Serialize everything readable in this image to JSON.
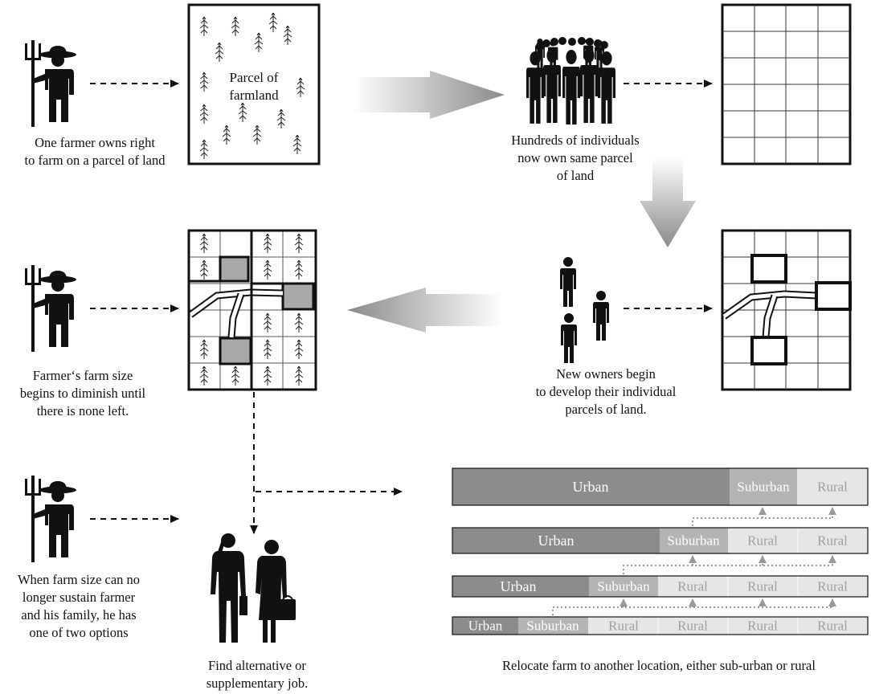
{
  "captions": {
    "farmer_owns": [
      "One farmer owns right",
      "to farm on a parcel of land"
    ],
    "parcel": [
      "Parcel of",
      "farmland"
    ],
    "hundreds": [
      "Hundreds of individuals",
      "now own same parcel",
      "of land"
    ],
    "diminish": [
      "Farmer‘s farm size",
      "begins to diminish until",
      "there is none left."
    ],
    "new_owners": [
      "New owners begin",
      "to develop their individual",
      "parcels of land."
    ],
    "options": [
      "When farm size can no",
      "longer sustain farmer",
      "and his family, he has",
      "one of two options"
    ],
    "find_job": [
      "Find alternative or",
      "supplementary job."
    ],
    "relocate": [
      "Relocate farm to another location, either sub-urban or rural"
    ]
  },
  "zones": {
    "urban": "Urban",
    "suburban": "Suburban",
    "rural": "Rural"
  },
  "colors": {
    "urban": "#8c8c8c",
    "suburban": "#b4b4b4",
    "rural": "#e6e6e6",
    "outline": "#111111",
    "lot": "#a8a8a8",
    "dotted_arrow": "#999999"
  },
  "icons": [
    "farmer-icon",
    "crowd-icon",
    "person-icon",
    "businessman-icon",
    "businesswoman-icon",
    "plant-icon"
  ]
}
